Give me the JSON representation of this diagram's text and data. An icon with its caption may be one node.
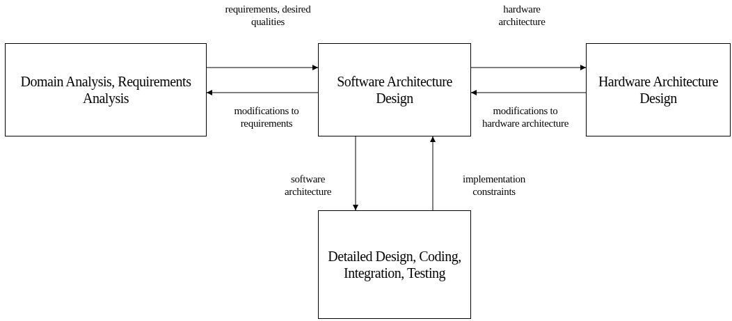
{
  "diagram": {
    "nodes": [
      {
        "text": [
          "Domain Analysis, Requirements Analysis"
        ]
      },
      {
        "text": [
          "Software Architecture Design"
        ]
      },
      {
        "text": [
          "Hardware Architecture Design"
        ]
      },
      {
        "text": [
          "Detailed Design, Coding, Integration, Testing"
        ]
      }
    ],
    "edges": [
      {
        "from": 0,
        "to": 1,
        "arrow": "to",
        "label": "requirements, desired qualities"
      },
      {
        "from": 1,
        "to": 0,
        "arrow": "to",
        "label": "modifications to requirements"
      },
      {
        "from": 1,
        "to": 2,
        "arrow": "to",
        "label": "hardware architecture"
      },
      {
        "from": 2,
        "to": 1,
        "arrow": "to",
        "label": "modifications to hardware architecture"
      },
      {
        "from": 1,
        "to": 3,
        "arrow": "to",
        "label": "software architecture"
      },
      {
        "from": 3,
        "to": 1,
        "arrow": "to",
        "label": "implementation constraints"
      }
    ]
  }
}
